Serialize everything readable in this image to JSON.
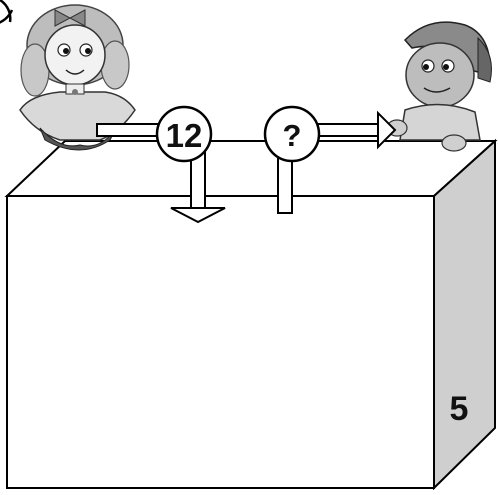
{
  "diagram": {
    "input_badge": "12",
    "unknown_badge": "?",
    "box_side_label": "5"
  },
  "illustrations": {
    "left_character": "girl-illustration",
    "right_character": "boy-illustration"
  }
}
